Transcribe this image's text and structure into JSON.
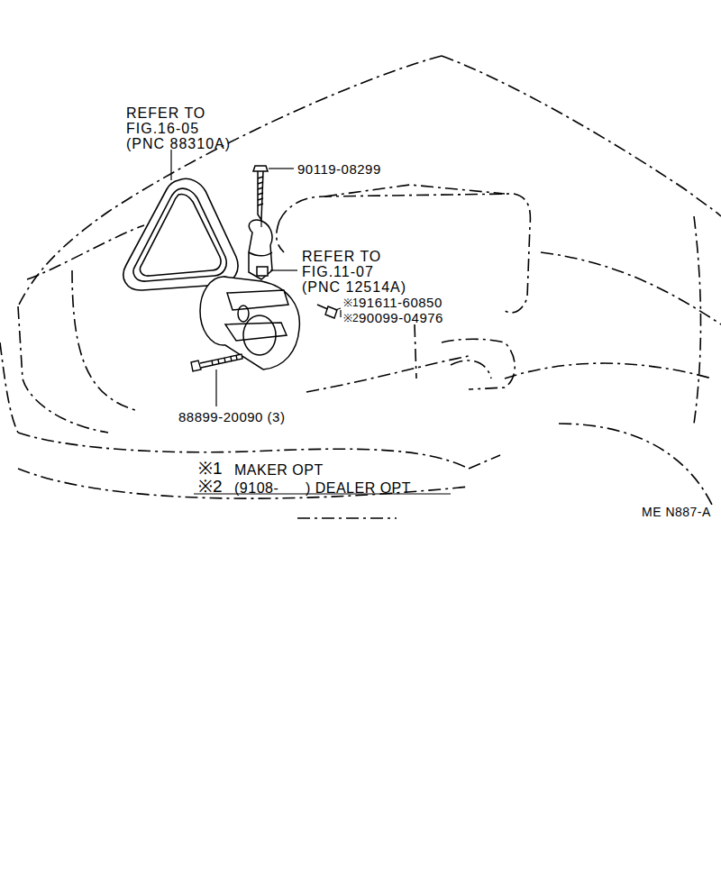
{
  "diagram": {
    "labels": [
      "REFER TO FIG.16-05 (PNC 88310A)",
      "90119-08299",
      "REFER TO FIG.11-07 (PNC 12514A)",
      "※1",
      "91611-60850",
      "※2",
      "90099-04976",
      "88899-20090 (3)",
      "※1",
      "MAKER OPT",
      "※2",
      "(9108-      ) DEALER OPT",
      "ME N887-A"
    ]
  }
}
